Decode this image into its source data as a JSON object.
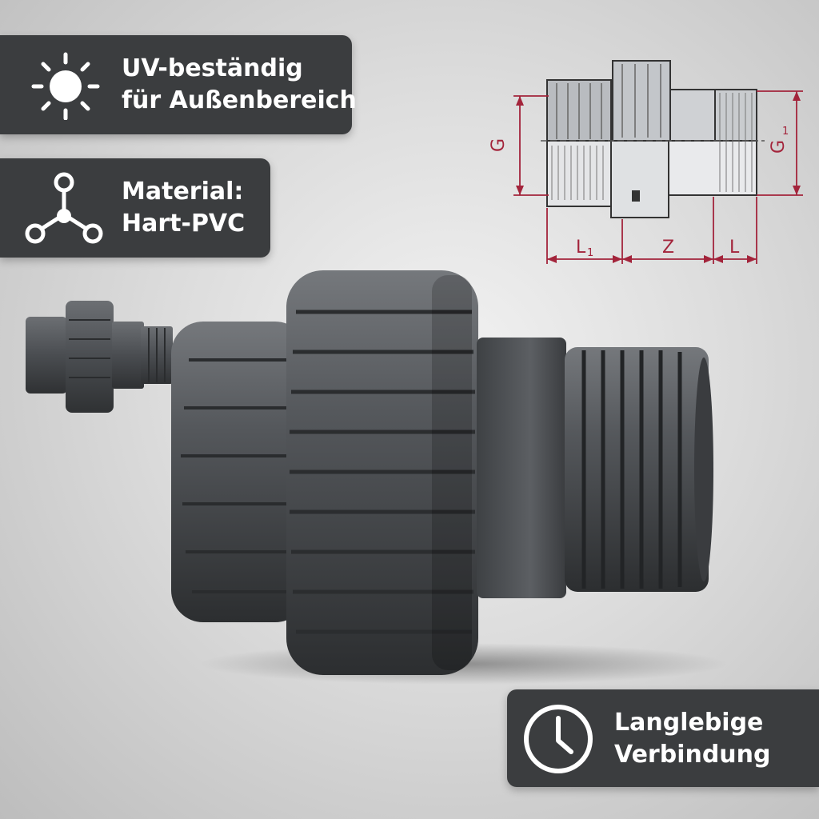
{
  "features": {
    "uv": {
      "icon": "sun-icon",
      "line1": "UV-beständig",
      "line2": "für Außenbereich"
    },
    "material": {
      "icon": "molecule-icon",
      "line1": "Material:",
      "line2": "Hart-PVC"
    },
    "durability": {
      "icon": "clock-icon",
      "line1": "Langlebige",
      "line2": "Verbindung"
    }
  },
  "diagram": {
    "labels": {
      "G": "G",
      "G1": "G",
      "G1_sub": "1",
      "L1": "L",
      "L1_sub": "1",
      "Z": "Z",
      "L": "L"
    }
  },
  "colors": {
    "badge_bg": "#3b3d3f",
    "badge_text": "#ffffff",
    "dimension": "#a3243b",
    "product": "#4a4d51"
  }
}
